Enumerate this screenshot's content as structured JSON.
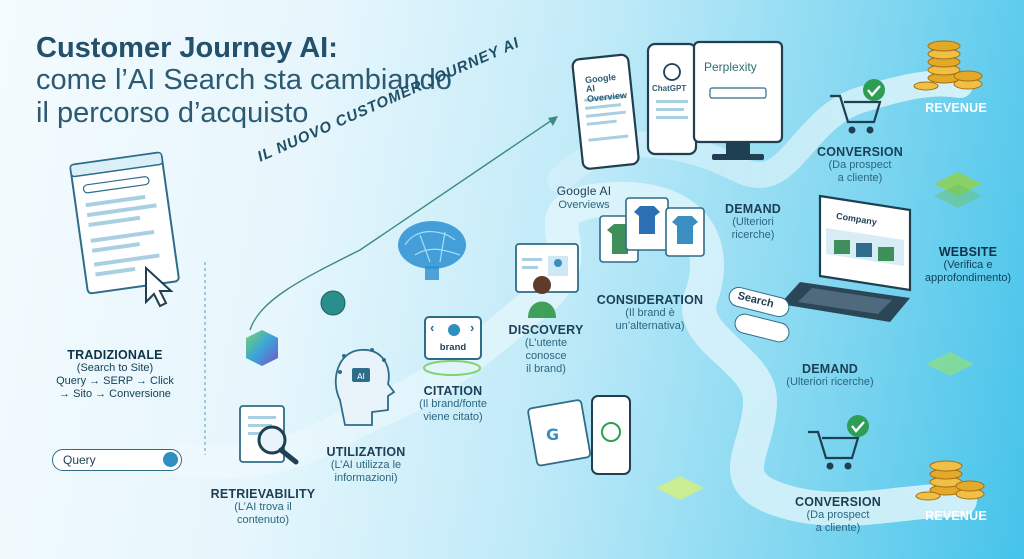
{
  "title": {
    "line1": "Customer Journey AI:",
    "line2": "come l’AI Search sta cambiando",
    "line3": "il percorso d’acquisto"
  },
  "journey_banner": "IL NUOVO CUSTOMER JOURNEY AI",
  "search_bar": {
    "text": "Query"
  },
  "devices": {
    "tablet_text": "Google AI Overview",
    "phone_text": "ChatGPT",
    "monitor_text": "Perplexity",
    "laptop_text": "Company",
    "search_pill_1": "Search",
    "brand_card": "brand"
  },
  "stages": {
    "tradizionale": {
      "title": "TRADIZIONALE",
      "lines": [
        "(Search to Site)",
        "Query → SERP → Click",
        "→ Sito → Conversione"
      ]
    },
    "retrievability": {
      "title": "RETRIEVABILITY",
      "lines": [
        "(L’AI trova il",
        "contenuto)"
      ]
    },
    "utilization": {
      "title": "UTILIZATION",
      "lines": [
        "(L’AI utilizza le",
        "informazioni)"
      ]
    },
    "citation": {
      "title": "CITATION",
      "lines": [
        "(Il brand/fonte",
        "viene citato)"
      ]
    },
    "discovery": {
      "title": "DISCOVERY",
      "lines": [
        "(L’utente",
        "conosce",
        "il brand)"
      ]
    },
    "google_ai": {
      "title": "Google AI",
      "lines": [
        "Overviews"
      ]
    },
    "consideration": {
      "title": "CONSIDERATION",
      "lines": [
        "(Il brand è",
        "un’alternativa)"
      ]
    },
    "demand_top": {
      "title": "DEMAND",
      "lines": [
        "(Ulteriori",
        "ricerche)"
      ]
    },
    "demand_bottom": {
      "title": "DEMAND",
      "lines": [
        "(Ulteriori ricerche)"
      ]
    },
    "conversion_top": {
      "title": "CONVERSION",
      "lines": [
        "(Da prospect",
        "a cliente)"
      ]
    },
    "conversion_bottom": {
      "title": "CONVERSION",
      "lines": [
        "(Da prospect",
        "a cliente)"
      ]
    },
    "website": {
      "title": "WEBSITE",
      "lines": [
        "(Verifica e",
        "approfondimento)"
      ]
    },
    "revenue_top": {
      "title": "REVENUE",
      "lines": []
    },
    "revenue_bottom": {
      "title": "REVENUE",
      "lines": []
    }
  },
  "colors": {
    "title": "#23506a",
    "accent": "#2f8fc0",
    "path": "#ffffff",
    "check": "#2e9e57",
    "gold": "#e2a92a"
  }
}
